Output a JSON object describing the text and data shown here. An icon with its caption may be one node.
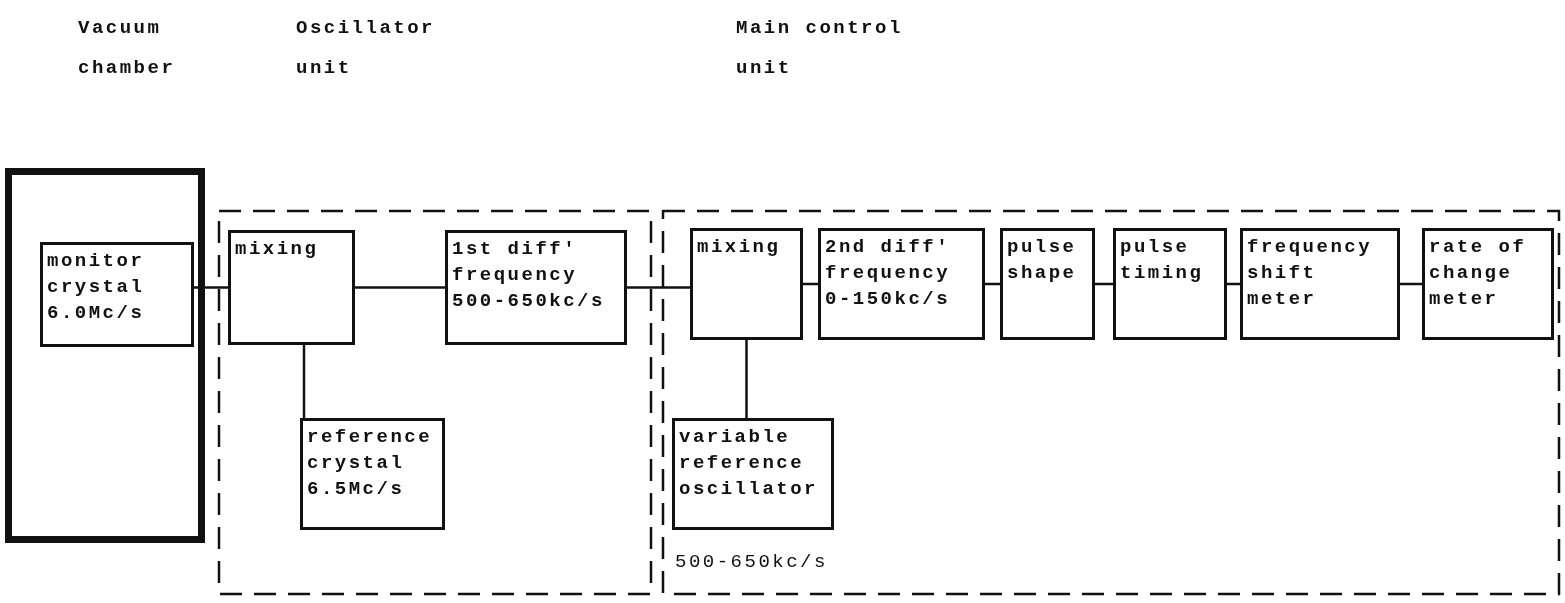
{
  "diagram": {
    "nodes": [
      {
        "text": [],
        "shape": "box"
      },
      {
        "text": [],
        "shape": "box"
      },
      {
        "text": [],
        "shape": "box"
      },
      {
        "text": [
          "monitor crystal 6.0Mc/s"
        ],
        "in": 0
      },
      {
        "text": [
          "mixing"
        ],
        "in": 1
      },
      {
        "text": [
          "1st diff' frequency 500-650kc/s"
        ],
        "in": 1
      },
      {
        "text": [
          "reference crystal 6.5Mc/s"
        ],
        "in": 1
      },
      {
        "text": [
          "mixing"
        ],
        "in": 2
      },
      {
        "text": [
          "2nd diff' frequency 0-150kc/s"
        ],
        "in": 2
      },
      {
        "text": [
          "pulse shape"
        ],
        "in": 2
      },
      {
        "text": [
          "pulse timing"
        ],
        "in": 2
      },
      {
        "text": [
          "frequency shift meter"
        ],
        "in": 2
      },
      {
        "text": [
          "rate of change meter"
        ],
        "in": 2
      },
      {
        "text": [
          "variable reference oscillator"
        ],
        "beside": [
          "500-650kc/s"
        ],
        "in": 2
      }
    ],
    "edges": [
      {
        "from": 3,
        "to": 4,
        "arrow": "none"
      },
      {
        "from": 4,
        "to": 5,
        "arrow": "none"
      },
      {
        "from": 4,
        "to": 6,
        "arrow": "none"
      },
      {
        "from": 5,
        "to": 7,
        "arrow": "none"
      },
      {
        "from": 7,
        "to": 8,
        "arrow": "none"
      },
      {
        "from": 8,
        "to": 9,
        "arrow": "none"
      },
      {
        "from": 9,
        "to": 10,
        "arrow": "none"
      },
      {
        "from": 10,
        "to": 11,
        "arrow": "none"
      },
      {
        "from": 11,
        "to": 12,
        "arrow": "none"
      },
      {
        "from": 7,
        "to": 13,
        "arrow": "none"
      }
    ],
    "labels": [
      "Vacuum chamber",
      "Oscillator unit",
      "Main control unit"
    ]
  }
}
